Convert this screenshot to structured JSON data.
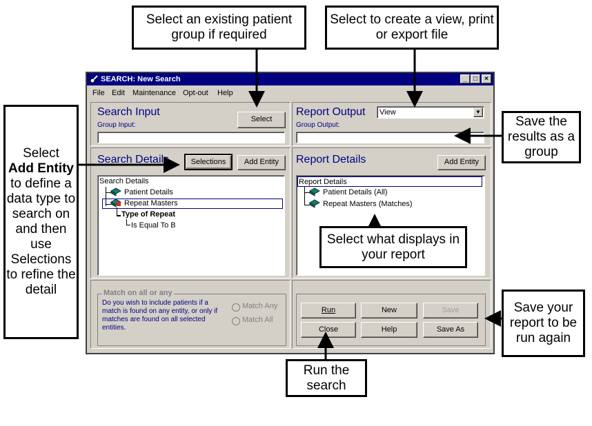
{
  "callouts": {
    "select_group": "Select an existing patient group if required",
    "create_view": "Select to create a view, print or export file",
    "add_entity_pre": "Select",
    "add_entity_bold": "Add Entity",
    "add_entity_post": "to define a data type to search on and then use Selections to refine the detail",
    "save_results": "Save the results as a group",
    "select_displays": "Select what displays in your report",
    "save_report": "Save your report to be run again",
    "run_search": "Run the search"
  },
  "window": {
    "title": "SEARCH: New Search",
    "menu": [
      "File",
      "Edit",
      "Maintenance",
      "Opt-out",
      "Help"
    ]
  },
  "search_input": {
    "heading": "Search Input",
    "group_label": "Group Input:",
    "select_button": "Select"
  },
  "report_output": {
    "heading": "Report Output",
    "dropdown_value": "View",
    "group_label": "Group Output:"
  },
  "search_details": {
    "heading": "Search Details",
    "selections_button": "Selections",
    "add_entity_button": "Add Entity",
    "tree": {
      "root": "Search Details",
      "item1": "Patient Details",
      "item2": "Repeat Masters",
      "sub1": "Type of Repeat",
      "sub2": "Is Equal To B"
    }
  },
  "report_details": {
    "heading": "Report Details",
    "add_entity_button": "Add Entity",
    "tree": {
      "root": "Report Details",
      "item1": "Patient Details (All)",
      "item2": "Repeat Masters (Matches)"
    }
  },
  "match": {
    "legend": "Match on all or any",
    "text": "Do you wish to include patients if a match is found on any entity, or only if matches are found on all selected entities.",
    "option_any": "Match Any",
    "option_all": "Match All"
  },
  "actions": {
    "run": "Run",
    "new": "New",
    "save": "Save",
    "close": "Close",
    "help": "Help",
    "save_as": "Save As"
  }
}
